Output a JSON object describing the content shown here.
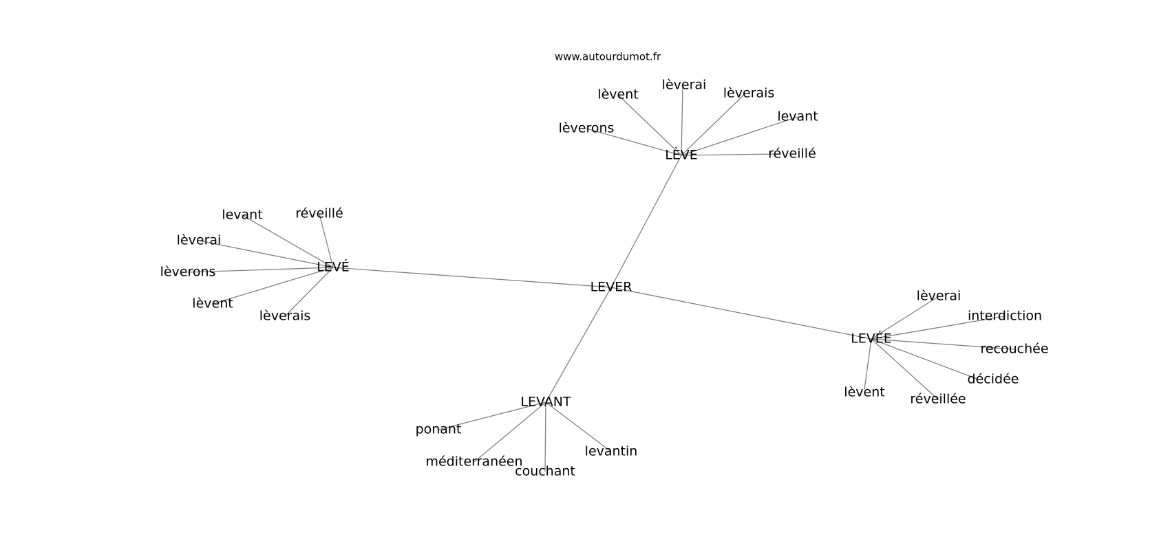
{
  "source": "www.autourdumot.fr",
  "edge_color": "#808080",
  "root": {
    "id": "lever",
    "label": "LEVER"
  },
  "hubs": [
    {
      "id": "leve_grave",
      "label": "LÈVE"
    },
    {
      "id": "leve_acute",
      "label": "LEVÉ"
    },
    {
      "id": "levee",
      "label": "LEVÉE"
    },
    {
      "id": "levant_hub",
      "label": "LEVANT"
    }
  ],
  "leaves": [
    {
      "id": "lg_levent",
      "hub": "leve_grave",
      "label": "lèvent"
    },
    {
      "id": "lg_leverai",
      "hub": "leve_grave",
      "label": "lèverai"
    },
    {
      "id": "lg_leverais",
      "hub": "leve_grave",
      "label": "lèverais"
    },
    {
      "id": "lg_levant",
      "hub": "leve_grave",
      "label": "levant"
    },
    {
      "id": "lg_leverons",
      "hub": "leve_grave",
      "label": "lèverons"
    },
    {
      "id": "lg_reveille",
      "hub": "leve_grave",
      "label": "réveillé"
    },
    {
      "id": "la_levant",
      "hub": "leve_acute",
      "label": "levant"
    },
    {
      "id": "la_reveille",
      "hub": "leve_acute",
      "label": "réveillé"
    },
    {
      "id": "la_leverai",
      "hub": "leve_acute",
      "label": "lèverai"
    },
    {
      "id": "la_leverons",
      "hub": "leve_acute",
      "label": "lèverons"
    },
    {
      "id": "la_levent",
      "hub": "leve_acute",
      "label": "lèvent"
    },
    {
      "id": "la_leverais",
      "hub": "leve_acute",
      "label": "lèverais"
    },
    {
      "id": "le_leverai",
      "hub": "levee",
      "label": "lèverai"
    },
    {
      "id": "le_interdiction",
      "hub": "levee",
      "label": "interdiction"
    },
    {
      "id": "le_recouchee",
      "hub": "levee",
      "label": "recouchée"
    },
    {
      "id": "le_decidee",
      "hub": "levee",
      "label": "décidée"
    },
    {
      "id": "le_levent",
      "hub": "levee",
      "label": "lèvent"
    },
    {
      "id": "le_reveillee",
      "hub": "levee",
      "label": "réveillée"
    },
    {
      "id": "lv_ponant",
      "hub": "levant_hub",
      "label": "ponant"
    },
    {
      "id": "lv_mediterraneen",
      "hub": "levant_hub",
      "label": "méditerranéen"
    },
    {
      "id": "lv_couchant",
      "hub": "levant_hub",
      "label": "couchant"
    },
    {
      "id": "lv_levantin",
      "hub": "levant_hub",
      "label": "levantin"
    }
  ]
}
